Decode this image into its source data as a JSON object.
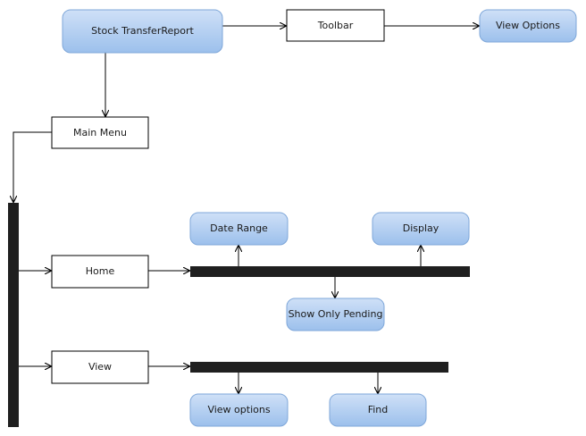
{
  "colors": {
    "rounded_fill_top": "#cfe0f7",
    "rounded_fill_bottom": "#9cc0ec",
    "rounded_stroke": "#7fa7d9",
    "rect_fill": "#ffffff",
    "rect_stroke": "#000000",
    "bar_fill": "#1f1f1f",
    "line": "#000000"
  },
  "nodes": {
    "stock_transfer_report": {
      "label": "Stock TransferReport",
      "shape": "rounded"
    },
    "toolbar": {
      "label": "Toolbar",
      "shape": "rect"
    },
    "view_options_top": {
      "label": "View Options",
      "shape": "rounded"
    },
    "main_menu": {
      "label": "Main Menu",
      "shape": "rect"
    },
    "home": {
      "label": "Home",
      "shape": "rect"
    },
    "view": {
      "label": "View",
      "shape": "rect"
    },
    "date_range": {
      "label": "Date Range",
      "shape": "rounded"
    },
    "display": {
      "label": "Display",
      "shape": "rounded"
    },
    "show_only_pending": {
      "label": "Show Only Pending",
      "shape": "rounded"
    },
    "view_options_bottom": {
      "label": "View options",
      "shape": "rounded"
    },
    "find": {
      "label": "Find",
      "shape": "rounded"
    }
  },
  "edges": [
    {
      "from": "stock_transfer_report",
      "to": "toolbar"
    },
    {
      "from": "toolbar",
      "to": "view_options_top"
    },
    {
      "from": "stock_transfer_report",
      "to": "main_menu"
    },
    {
      "from": "main_menu",
      "to": "main_bar"
    },
    {
      "from": "main_bar",
      "to": "home"
    },
    {
      "from": "main_bar",
      "to": "view"
    },
    {
      "from": "home",
      "to": "home_bar"
    },
    {
      "from": "home_bar",
      "to": "date_range"
    },
    {
      "from": "home_bar",
      "to": "display"
    },
    {
      "from": "home_bar",
      "to": "show_only_pending"
    },
    {
      "from": "view",
      "to": "view_bar"
    },
    {
      "from": "view_bar",
      "to": "view_options_bottom"
    },
    {
      "from": "view_bar",
      "to": "find"
    }
  ]
}
